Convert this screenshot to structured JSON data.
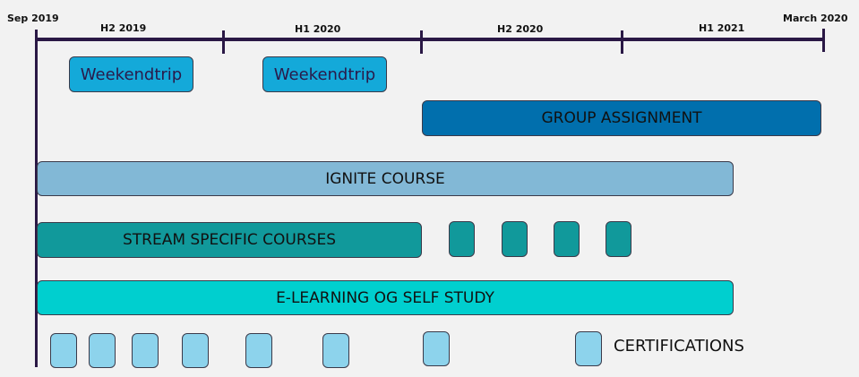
{
  "timeline": {
    "start_label": "Sep 2019",
    "end_label": "March 2020",
    "periods": [
      "H2 2019",
      "H1 2020",
      "H2 2020",
      "H1 2021"
    ]
  },
  "bars": {
    "weekendtrip_1": "Weekendtrip",
    "weekendtrip_2": "Weekendtrip",
    "group_assignment": "GROUP ASSIGNMENT",
    "ignite_course": "IGNITE COURSE",
    "stream_specific": "STREAM SPECIFIC COURSES",
    "elearning": "E-LEARNING OG SELF STUDY",
    "certifications": "CERTIFICATIONS"
  },
  "colors": {
    "weekendtrip": "#14a9d9",
    "group": "#016fad",
    "ignite": "#82b8d6",
    "stream": "#11999b",
    "elearning": "#00cfcf",
    "certification": "#8dd3ec",
    "axis": "#2a1845"
  }
}
